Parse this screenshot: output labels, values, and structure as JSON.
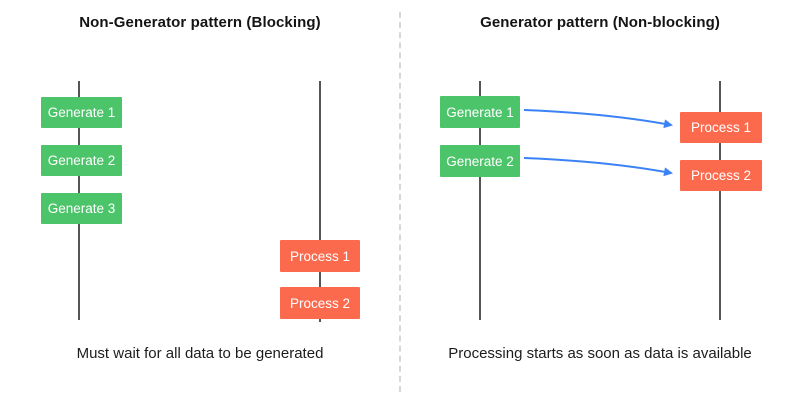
{
  "left_panel": {
    "title": "Non-Generator pattern (Blocking)",
    "caption": "Must wait for all data to be generated",
    "generate_boxes": [
      "Generate 1",
      "Generate 2",
      "Generate 3"
    ],
    "process_boxes": [
      "Process 1",
      "Process 2"
    ]
  },
  "right_panel": {
    "title": "Generator pattern (Non-blocking)",
    "caption": "Processing starts as soon as data is available",
    "generate_boxes": [
      "Generate 1",
      "Generate 2"
    ],
    "process_boxes": [
      "Process 1",
      "Process 2"
    ]
  },
  "colors": {
    "generate": "#4bc46a",
    "process": "#fb6a4d",
    "arrow": "#3b82f6",
    "timeline": "#555555",
    "divider": "#d7d7d7",
    "title_text": "#141414",
    "caption_text": "#1c1c1c"
  }
}
